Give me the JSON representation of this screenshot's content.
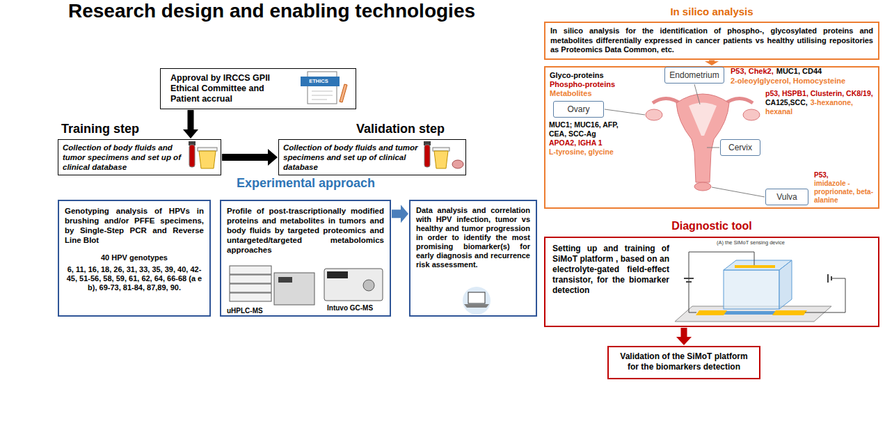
{
  "diagram": {
    "title": "Research design and enabling technologies",
    "nodes": [
      {
        "text": [
          "Approval by IRCCS GPII Ethical Committee and Patient accrual"
        ]
      },
      {
        "text": [
          "Collection of body fluids and tumor specimens and set up of clinical database"
        ]
      },
      {
        "text": [
          "Collection of body fluids and tumor specimens and set up of clinical database"
        ]
      },
      {
        "text": [
          "Genotyping analysis of HPVs in brushing and/or PFFE specimens, by Single-Step PCR and Reverse Line Blot",
          "40 HPV genotypes",
          "6, 11, 16, 18, 26, 31, 33, 35, 39, 40, 42-45, 51-56, 58, 59, 61, 62, 64, 66-68 (a e b), 69-73, 81-84, 87,89, 90."
        ]
      },
      {
        "text": [
          "Profile of post-trascriptionally modified proteins and metabolites in tumors and body fluids by targeted proteomics and untargeted/targeted metabolomics approaches"
        ]
      },
      {
        "text": [
          "Data analysis and correlation with HPV infection, tumor vs healthy and tumor progression in order to identify the most promising biomarker(s) for early diagnosis and recurrence risk assessment."
        ]
      },
      {
        "text": [
          "In silico analysis",
          "In silico analysis for the identification of phospho-, glycosylated proteins and metabolites differentially expressed in cancer patients vs healthy utilising repositories as Proteomics Data Common, etc."
        ]
      },
      {
        "text": [
          "Glyco-proteins",
          "Phospho-proteins",
          "Metabolites"
        ]
      },
      {
        "text": [
          "Endometrium"
        ],
        "in": 7
      },
      {
        "text": [
          "Ovary"
        ],
        "in": 7
      },
      {
        "text": [
          "Cervix"
        ],
        "in": 7
      },
      {
        "text": [
          "Vulva"
        ],
        "in": 7
      },
      {
        "text": [
          "Diagnostic tool",
          "Setting up and training of SiMoT platform , based on an electrolyte-gated field-effect transistor, for the biomarker detection"
        ]
      },
      {
        "text": [
          "Validation of the SiMoT platform for the biomarkers detection"
        ]
      }
    ],
    "edges": [
      {
        "from": 0,
        "to": 1,
        "arrow": "to"
      },
      {
        "from": 1,
        "to": 2,
        "arrow": "to"
      },
      {
        "from": 4,
        "to": 5,
        "arrow": "to"
      },
      {
        "from": 6,
        "to": 7,
        "arrow": "to"
      },
      {
        "from": 12,
        "to": 13,
        "arrow": "to"
      }
    ],
    "labels": [
      "Training step",
      "Validation step",
      "Experimental approach",
      "ETHICS",
      "uHPLC-MS",
      "Intuvo GC-MS",
      "P53, Chek2,",
      "MUC1, CD44",
      "2-oleoylglycerol, Homocysteine",
      "MUC1; MUC16, AFP, CEA, SCC-Ag",
      "APOA2, IGHA 1",
      "L-tyrosine, glycine",
      "p53, HSPB1, Clusterin, CK8/19,",
      "CA125,SCC,",
      "3-hexanone, hexanal",
      "P53,",
      "imidazole -proprionate, beta-alanine",
      "(A) the SiMoT sensing device"
    ]
  }
}
